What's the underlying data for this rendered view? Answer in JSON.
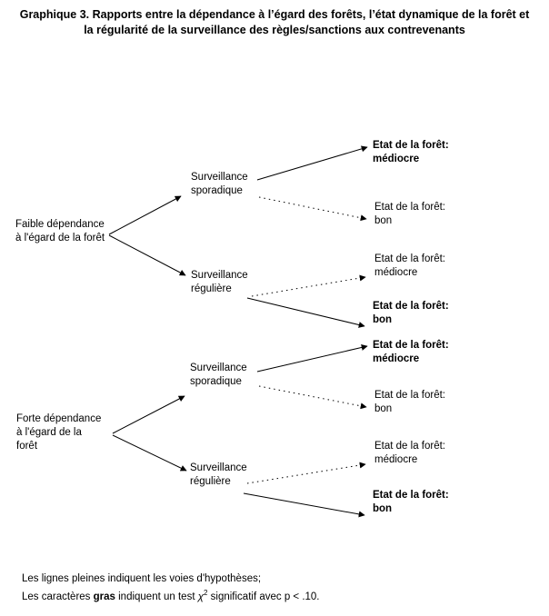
{
  "figure": {
    "title": "Graphique 3.  Rapports entre la dépendance à l’égard des forêts, l’état dynamique de la forêt et la régularité de la surveillance des règles/sanctions aux contrevenants"
  },
  "diagram": {
    "type": "tree",
    "roots": [
      {
        "id": "faible-dependance",
        "label": "Faible dépendance\nà l'égard de la forêt",
        "children": [
          {
            "id": "faible-sporadique",
            "label": "Surveillance\nsporadique",
            "edge_style": "solid",
            "children": [
              {
                "id": "faible-sporadique-mediocre",
                "label": "Etat de la forêt:\nmédiocre",
                "edge_style": "solid",
                "emphasis": "bold"
              },
              {
                "id": "faible-sporadique-bon",
                "label": "Etat de la forêt:\nbon",
                "edge_style": "dotted",
                "emphasis": "normal"
              }
            ]
          },
          {
            "id": "faible-reguliere",
            "label": "Surveillance\nrégulière",
            "edge_style": "solid",
            "children": [
              {
                "id": "faible-reguliere-mediocre",
                "label": "Etat de la forêt:\nmédiocre",
                "edge_style": "dotted",
                "emphasis": "normal"
              },
              {
                "id": "faible-reguliere-bon",
                "label": "Etat de la forêt:\nbon",
                "edge_style": "solid",
                "emphasis": "bold"
              }
            ]
          }
        ]
      },
      {
        "id": "forte-dependance",
        "label": "Forte dépendance\nà l'égard de la\nforêt",
        "children": [
          {
            "id": "forte-sporadique",
            "label": "Surveillance\nsporadique",
            "edge_style": "solid",
            "children": [
              {
                "id": "forte-sporadique-mediocre",
                "label": "Etat de la forêt:\nmédiocre",
                "edge_style": "solid",
                "emphasis": "bold"
              },
              {
                "id": "forte-sporadique-bon",
                "label": "Etat de la forêt:\nbon",
                "edge_style": "dotted",
                "emphasis": "normal"
              }
            ]
          },
          {
            "id": "forte-reguliere",
            "label": "Surveillance\nrégulière",
            "edge_style": "solid",
            "children": [
              {
                "id": "forte-reguliere-mediocre",
                "label": "Etat de la forêt:\nmédiocre",
                "edge_style": "dotted",
                "emphasis": "normal"
              },
              {
                "id": "forte-reguliere-bon",
                "label": "Etat de la forêt:\nbon",
                "edge_style": "solid",
                "emphasis": "bold"
              }
            ]
          }
        ]
      }
    ]
  },
  "legend": {
    "line1": "Les lignes pleines indiquent les voies d'hypothèses;",
    "line2_prefix": "Les caractères ",
    "line2_bold": "gras",
    "line2_mid": " indiquent un test ",
    "line2_symbol": "χ",
    "line2_exponent": "2",
    "line2_suffix": " significatif avec p < .10."
  },
  "colors": {
    "ink": "#000000",
    "background": "#ffffff"
  }
}
